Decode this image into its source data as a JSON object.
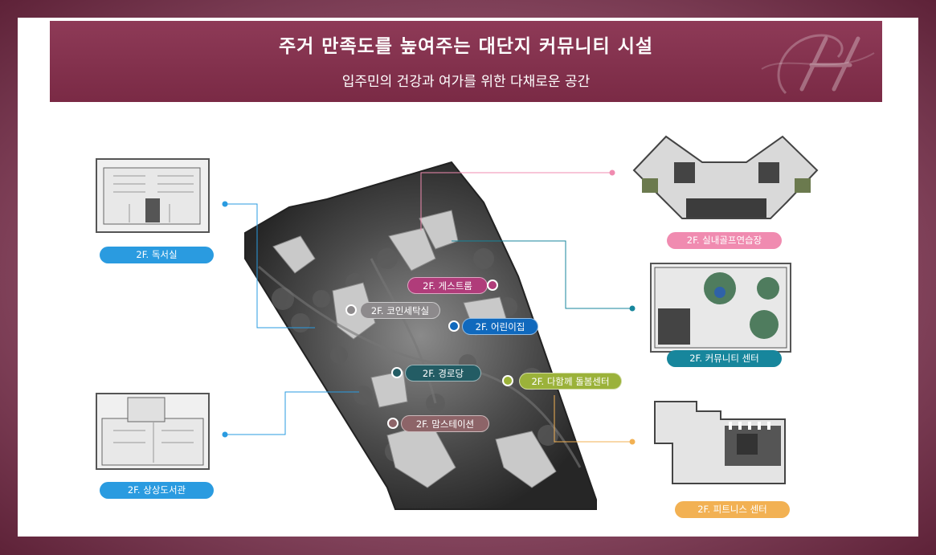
{
  "header": {
    "title": "주거 만족도를 높여주는 대단지 커뮤니티 시설",
    "subtitle": "입주민의 건강과 여가를 위한 다채로운 공간"
  },
  "facilities": {
    "reading_room": {
      "label": "2F. 독서실",
      "color": "#2a9be0"
    },
    "library": {
      "label": "2F. 상상도서관",
      "color": "#2a9be0"
    },
    "golf": {
      "label": "2F. 실내골프연습장",
      "color": "#f08bb0"
    },
    "community": {
      "label": "2F. 커뮤니티 센터",
      "color": "#17869c"
    },
    "fitness": {
      "label": "2F. 피트니스 센터",
      "color": "#f2b153"
    }
  },
  "map_tags": {
    "guest_room": {
      "label": "2F. 게스트룸",
      "color": "#b03c7a"
    },
    "laundry": {
      "label": "2F. 코인세탁실",
      "color": "#8d8a8c"
    },
    "daycare": {
      "label": "2F. 어린이집",
      "color": "#1069bd"
    },
    "senior": {
      "label": "2F. 경로당",
      "color": "#235c64"
    },
    "care_center": {
      "label": "2F. 다함께 돌봄센터",
      "color": "#9bb23a"
    },
    "moms_station": {
      "label": "2F. 맘스테이션",
      "color": "#8d6468"
    }
  },
  "colors": {
    "banner": "#7a2a45",
    "frame": "#8e4e67",
    "map_dark": "#2e2e2e"
  },
  "icons": {
    "monogram": "h-monogram-icon"
  }
}
